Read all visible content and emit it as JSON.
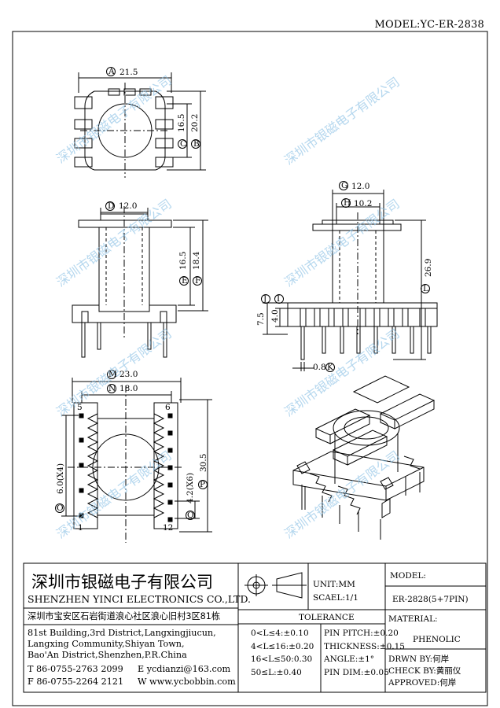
{
  "model_top": "MODEL:YC-ER-2838",
  "watermark": "深圳市银磁电子有限公司",
  "views": {
    "top": {
      "dim_a": "21.5",
      "dim_c": "16.5",
      "dim_b": "20.2",
      "letters": {
        "a": "A",
        "b": "B",
        "c": "C"
      }
    },
    "front": {
      "dim_d": "12.0",
      "dim_e": "16.5",
      "dim_f": "18.4",
      "letters": {
        "d": "D",
        "e": "E",
        "f": "F"
      }
    },
    "side": {
      "dim_g": "12.0",
      "dim_h": "10.2",
      "dim_l": "26.9",
      "dim_j": "7.5",
      "dim_i": "4.0",
      "dim_k": "0.8",
      "letters": {
        "g": "G",
        "h": "H",
        "l": "L",
        "j": "J",
        "i": "I",
        "k": "K"
      }
    },
    "bottom": {
      "dim_m": "23.0",
      "dim_n": "18.0",
      "dim_o": "6.0(X4)",
      "dim_q": "4.2(X6)",
      "dim_p": "30.5",
      "pin_5": "5",
      "pin_6": "6",
      "pin_1": "1",
      "pin_12": "12",
      "letters": {
        "m": "M",
        "n": "N",
        "o": "O",
        "q": "Q",
        "p": "P"
      }
    }
  },
  "title_block": {
    "company_zh": "深圳市银磁电子有限公司",
    "company_en": "SHENZHEN YINCI ELECTRONICS CO.,LTD.",
    "address_zh": "深圳市宝安区石岩街道浪心社区浪心旧村3区81栋",
    "address_en": [
      "81st Building,3rd District,Langxingjiucun,",
      "Langxing Community,Shiyan Town,",
      "Bao'An District,Shenzhen,P.R.China"
    ],
    "tel": "T 86-0755-2763 2099",
    "fax": "F 86-0755-2264 2121",
    "email": "E ycdianzi@163.com",
    "web": "W www.ycbobbin.com",
    "unit": "UNIT:MM",
    "scale": "SCAEL:1/1",
    "model_label": "MODEL:",
    "model_value": "ER-2828(5+7PIN)",
    "tolerance_title": "TOLERANCE",
    "tolerance_left": [
      "0<L≤4:±0.10",
      "4<L≤16:±0.20",
      "16<L≤50:0.30",
      "50≤L:±0.40"
    ],
    "tolerance_right": [
      "PIN PITCH:±0.20",
      "THICKNESS:±0.15",
      "ANGLE:±1°",
      "PIN DIM:±0.05"
    ],
    "material_label": "MATERIAL:",
    "material_value": "PHENOLIC",
    "drawn": "DRWN BY:何岸",
    "check": "CHECK BY:黄丽仪",
    "approved": "APPROVED:何岸"
  }
}
